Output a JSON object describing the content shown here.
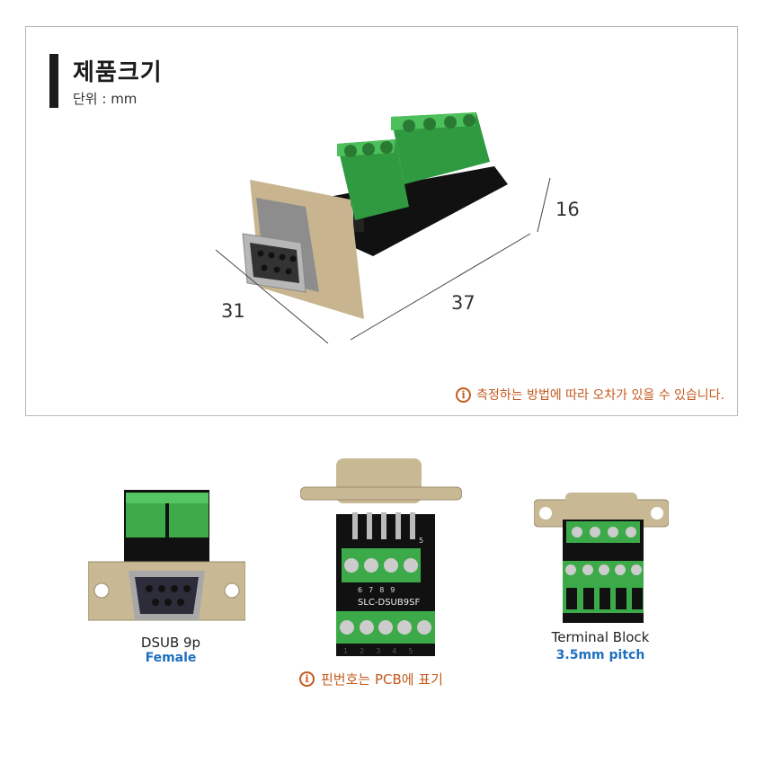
{
  "header": {
    "title": "제품크기",
    "unit": "단위 : mm"
  },
  "dimensions": {
    "depth": "31",
    "width": "37",
    "height": "16"
  },
  "notice": "측정하는 방법에 따라 오차가 있을 수 있습니다.",
  "products": [
    {
      "name": "DSUB 9p",
      "detail": "Female"
    },
    {
      "name": "",
      "detail": ""
    },
    {
      "name": "Terminal Block",
      "detail": "3.5mm  pitch"
    }
  ],
  "pcb": {
    "label": "SLC-DSUB9SF",
    "top_pins": [
      "6",
      "7",
      "8",
      "9"
    ],
    "bottom_pins": [
      "1",
      "2",
      "3",
      "4",
      "5"
    ],
    "corner_pin": "5"
  },
  "pin_note": "핀번호는 PCB에 표기",
  "colors": {
    "terminal_green": "#3daa4a",
    "pcb_black": "#111111",
    "accent_orange": "#c45a1e",
    "accent_blue": "#1f6fbf"
  }
}
